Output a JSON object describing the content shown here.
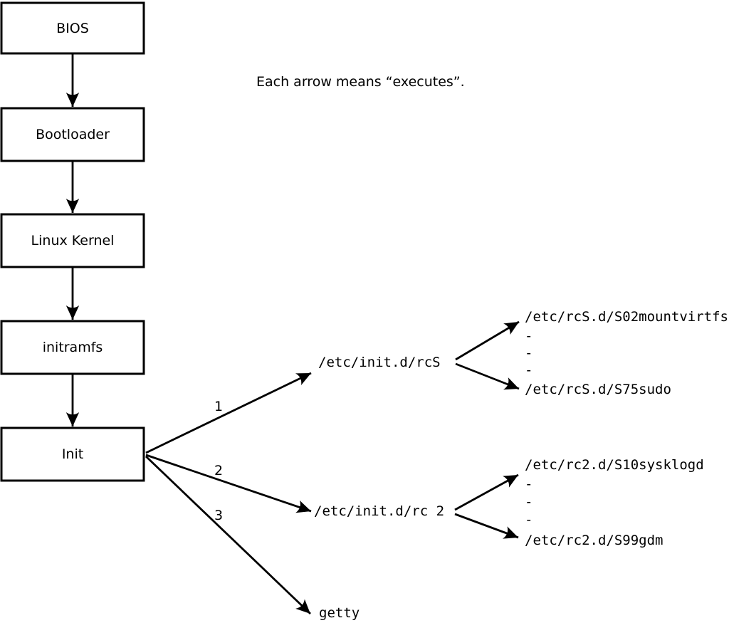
{
  "note": {
    "text": "Each arrow means “executes”."
  },
  "flow": {
    "boxes": [
      {
        "id": "bios",
        "label": "BIOS"
      },
      {
        "id": "bootloader",
        "label": "Bootloader"
      },
      {
        "id": "linux-kernel",
        "label": "Linux Kernel"
      },
      {
        "id": "initramfs",
        "label": "initramfs"
      },
      {
        "id": "init",
        "label": "Init"
      }
    ]
  },
  "init_branches": [
    {
      "number": "1",
      "target": "/etc/init.d/rcS"
    },
    {
      "number": "2",
      "target": "/etc/init.d/rc 2"
    },
    {
      "number": "3",
      "target": "getty"
    }
  ],
  "rcS_dir": {
    "first": "/etc/rcS.d/S02mountvirtfs",
    "ellipsis": [
      "-",
      "-",
      "-"
    ],
    "last": "/etc/rcS.d/S75sudo"
  },
  "rc2_dir": {
    "first": "/etc/rc2.d/S10sysklogd",
    "ellipsis": [
      "-",
      "-",
      "-"
    ],
    "last": "/etc/rc2.d/S99gdm"
  },
  "colors": {
    "ink": "#000000",
    "background": "#ffffff"
  }
}
